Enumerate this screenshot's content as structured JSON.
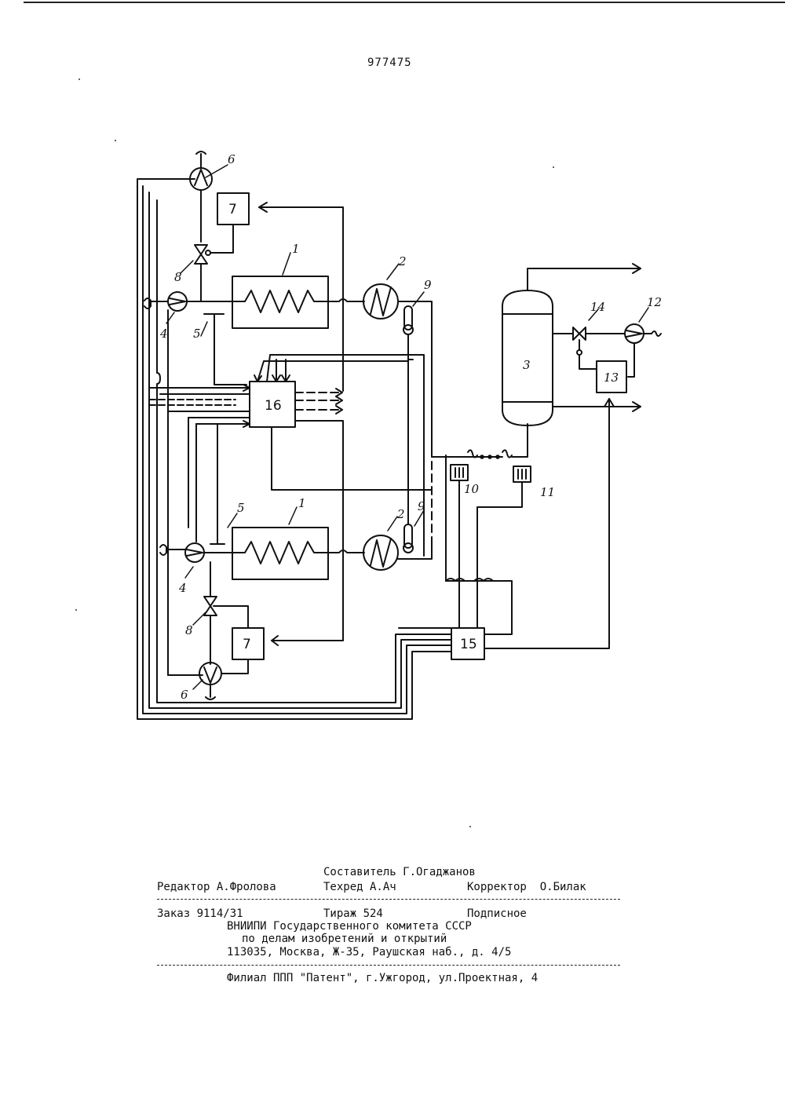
{
  "header": {
    "patent_number": "977475"
  },
  "diagram": {
    "labels": {
      "heater_top": "1",
      "heater_bottom": "1",
      "exchanger_top": "2",
      "exchanger_bottom": "2",
      "column": "3",
      "pump_top": "4",
      "pump_bottom": "4",
      "sensor_top": "5",
      "sensor_bottom": "5",
      "fan_top": "6",
      "fan_bottom": "6",
      "regulator_top": "7",
      "regulator_bottom": "7",
      "valve_top": "8",
      "valve_bottom": "8",
      "thermo_top": "9",
      "thermo_bottom": "9",
      "analyzer_left": "10",
      "analyzer_right": "11",
      "pump_right": "12",
      "regulator_right": "13",
      "valve_right": "14",
      "controller_lower": "15",
      "controller_main": "16"
    }
  },
  "imprint": {
    "compiler": "Составитель Г.Огаджанов",
    "editor": "Редактор А.Фролова",
    "techred": "Техред А.Ач",
    "corrector": "Корректор  О.Билак",
    "order": "Заказ 9114/31",
    "circulation": "Тираж 524",
    "subscription": "Подписное",
    "institute_1": "ВНИИПИ Государственного комитета СССР",
    "institute_2": "по делам изобретений и открытий",
    "address": "113035, Москва, Ж-35, Раушская наб., д. 4/5",
    "branch": "Филиал ППП \"Патент\", г.Ужгород, ул.Проектная, 4"
  }
}
